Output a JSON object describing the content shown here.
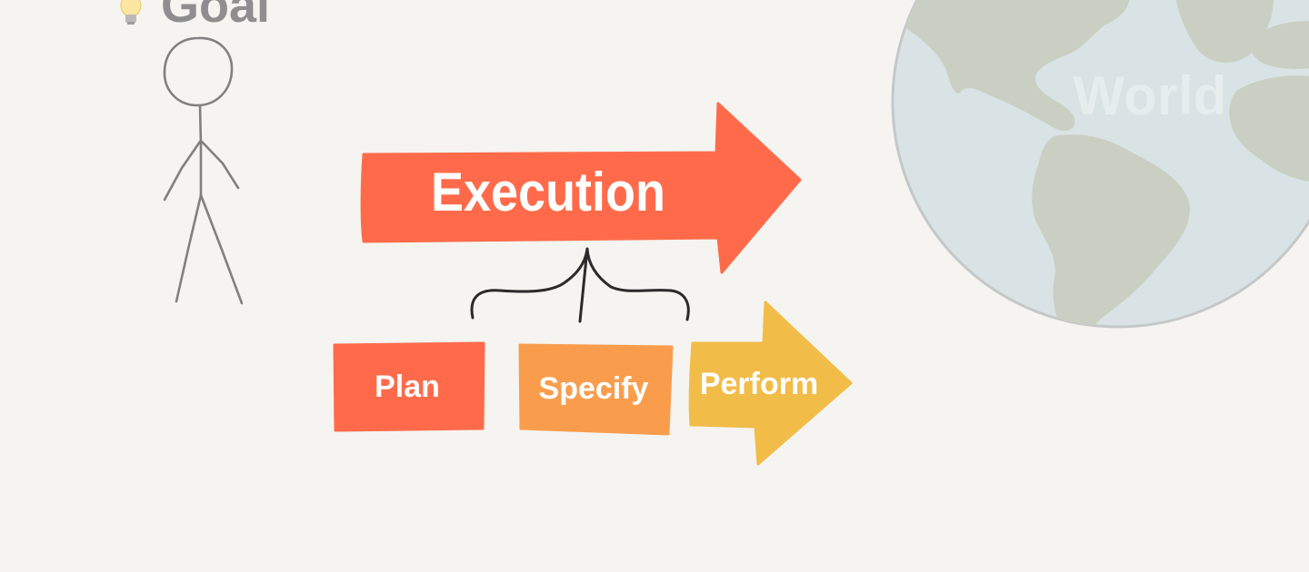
{
  "goal": {
    "label": "Goal",
    "icon": "lightbulb-icon"
  },
  "execution": {
    "label": "Execution",
    "color": "#ff6b4a"
  },
  "stages": [
    {
      "label": "Plan",
      "color": "#ff6b4a"
    },
    {
      "label": "Specify",
      "color": "#f99d4c"
    },
    {
      "label": "Perform",
      "color": "#f2bc48"
    }
  ],
  "world": {
    "label": "World",
    "ocean_color": "#d9e3e5",
    "land_color": "#c9d0c3"
  },
  "colors": {
    "background": "#f5f4f0",
    "stick_figure": "#808080",
    "brace": "#2a2a2a",
    "goal_text": "#8e8e8e"
  }
}
